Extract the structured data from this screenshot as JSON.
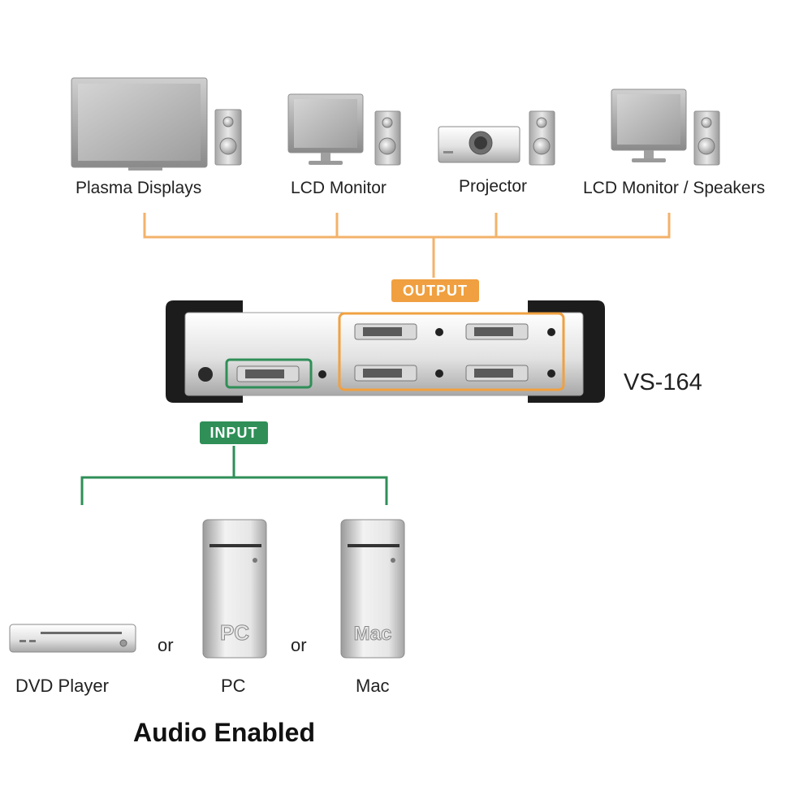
{
  "output_devices": [
    {
      "label": "Plasma Displays",
      "icon": "plasma-display-speaker-icon"
    },
    {
      "label": "LCD Monitor",
      "icon": "lcd-monitor-speaker-icon"
    },
    {
      "label": "Projector",
      "icon": "projector-speaker-icon"
    },
    {
      "label": "LCD Monitor / Speakers",
      "icon": "lcd-monitor-speakers-icon"
    }
  ],
  "output_badge": "OUTPUT",
  "input_badge": "INPUT",
  "model": "VS-164",
  "input_devices": [
    {
      "label": "DVD Player",
      "icon": "dvd-player-icon"
    },
    {
      "label": "PC",
      "icon": "pc-tower-icon",
      "case_text": "PC"
    },
    {
      "label": "Mac",
      "icon": "mac-tower-icon",
      "case_text": "Mac"
    }
  ],
  "separator": "or",
  "footer": "Audio Enabled",
  "colors": {
    "output": "#f0a040",
    "input": "#2f8f57",
    "line_orange": "#f3b26a"
  }
}
